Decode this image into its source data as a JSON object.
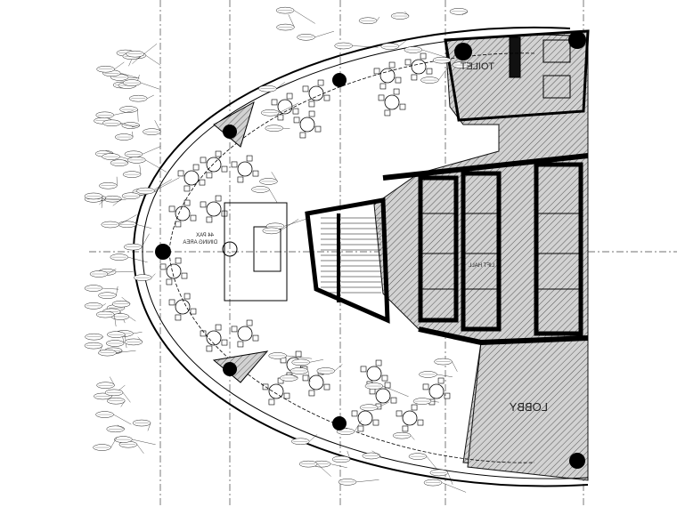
{
  "drawing": {
    "type": "architectural floor plan",
    "rooms": {
      "toilet": "TOILET",
      "lift_hall": "LIFT HALL",
      "lobby": "LOBBY",
      "dining_area": "DINING AREA",
      "dining_capacity": "44 PAX"
    },
    "colors": {
      "line": "#111111",
      "hatch": "#555555",
      "hatch_fill": "#c8c8c8",
      "column": "#000000"
    }
  }
}
